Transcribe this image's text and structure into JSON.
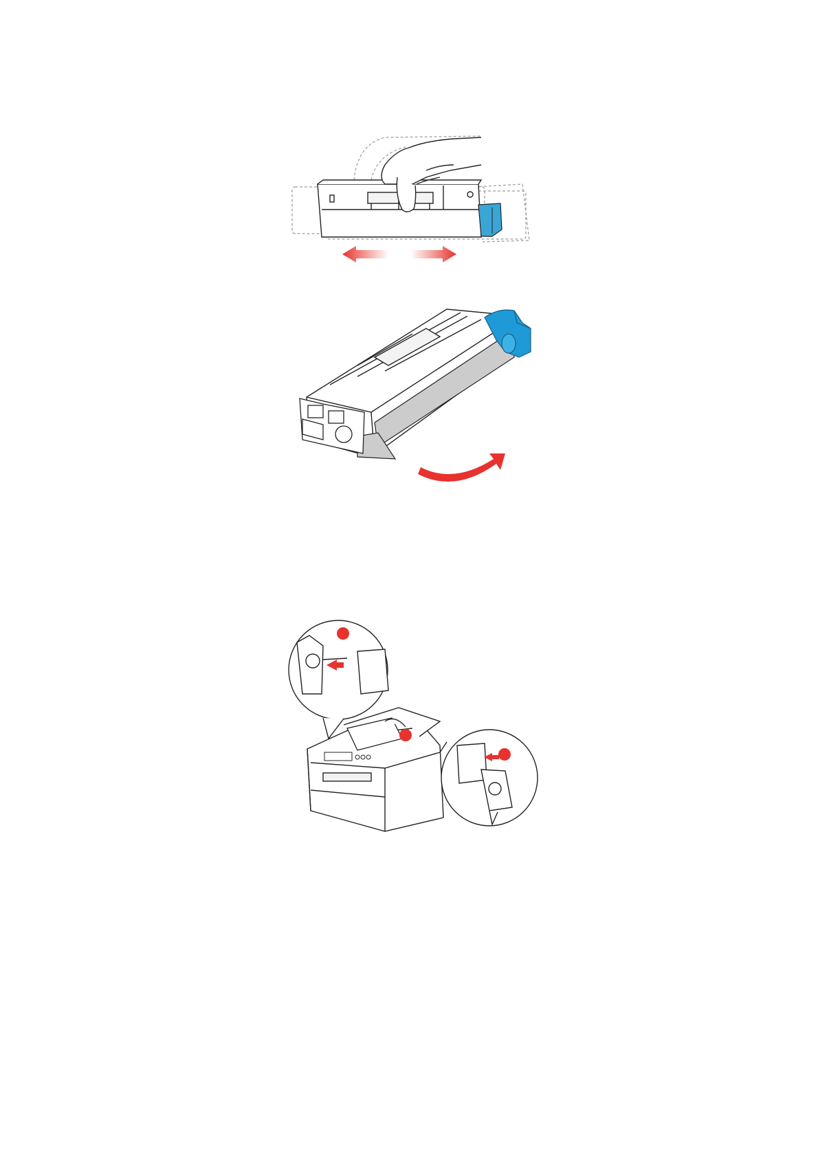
{
  "page": {
    "background": "#ffffff"
  },
  "figures": [
    {
      "id": "shake",
      "icon": "toner-cartridge-shake-illustration",
      "colors": {
        "toner": "#3aa6d6",
        "arrow": "#e8322e",
        "outline": "#222222",
        "ghost": "#9a9a9a"
      }
    },
    {
      "id": "remove-tape",
      "icon": "toner-cartridge-tape-removal-illustration",
      "colors": {
        "toner": "#1e9ad6",
        "tape": "#cccccc",
        "arrow": "#e8322e",
        "outline": "#222222"
      }
    },
    {
      "id": "install",
      "icon": "printer-toner-installation-illustration",
      "colors": {
        "callout": "#e8322e",
        "outline": "#222222"
      }
    }
  ]
}
